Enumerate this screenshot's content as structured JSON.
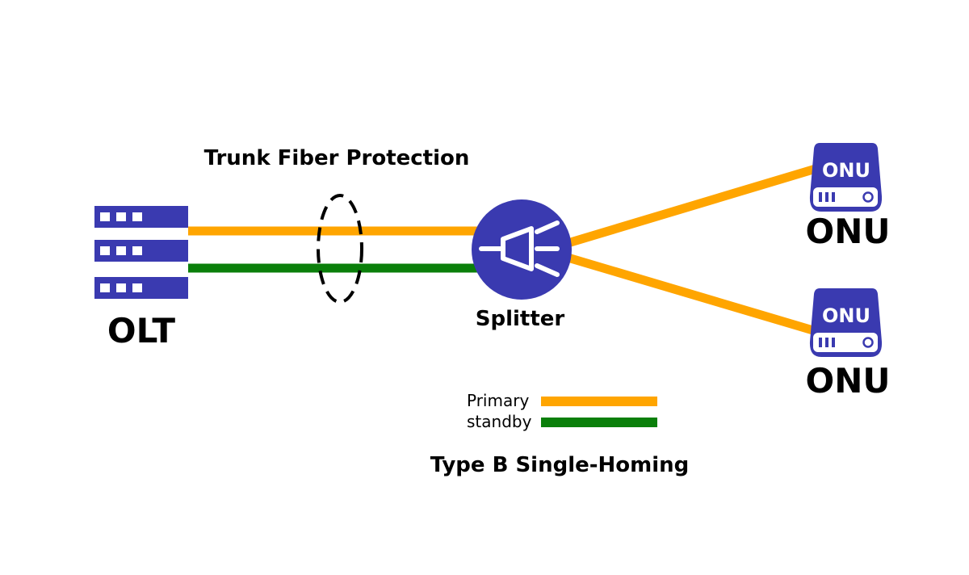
{
  "title": "Trunk Fiber Protection",
  "caption": "Type B Single-Homing",
  "olt": {
    "label": "OLT",
    "icon": "server-rack-icon"
  },
  "splitter": {
    "label": "Splitter",
    "icon": "splitter-icon"
  },
  "onus": [
    {
      "label": "ONU",
      "badge": "ONU",
      "icon": "onu-device-icon"
    },
    {
      "label": "ONU",
      "badge": "ONU",
      "icon": "onu-device-icon"
    }
  ],
  "legend": {
    "items": [
      {
        "label": "Primary",
        "color": "#FFA500"
      },
      {
        "label": "standby",
        "color": "#0A7F0A"
      }
    ]
  },
  "colors": {
    "device": "#3A3AB0",
    "primary": "#FFA500",
    "standby": "#0A7F0A"
  }
}
